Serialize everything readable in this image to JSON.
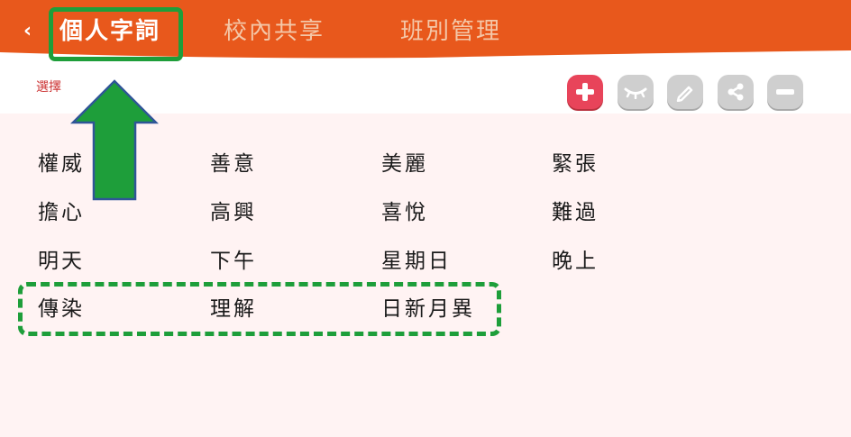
{
  "header": {
    "back_icon": "‹",
    "tabs": [
      {
        "label": "個人字詞",
        "active": true
      },
      {
        "label": "校內共享",
        "active": false
      },
      {
        "label": "班別管理",
        "active": false
      }
    ]
  },
  "toolbar": {
    "select_label": "選擇",
    "icons": [
      "add-icon",
      "hide-icon",
      "edit-icon",
      "share-icon",
      "remove-icon"
    ]
  },
  "words": [
    [
      "權威",
      "善意",
      "美麗",
      "緊張"
    ],
    [
      "擔心",
      "高興",
      "喜悅",
      "難過"
    ],
    [
      "明天",
      "下午",
      "星期日",
      "晚上"
    ],
    [
      "傳染",
      "理解",
      "日新月異"
    ]
  ],
  "colors": {
    "header_orange": "#e8581c",
    "highlight_green": "#1e9e3a",
    "add_red": "#e8445a",
    "disabled_gray": "#cfcfcf",
    "content_pink": "#fff3f3"
  }
}
